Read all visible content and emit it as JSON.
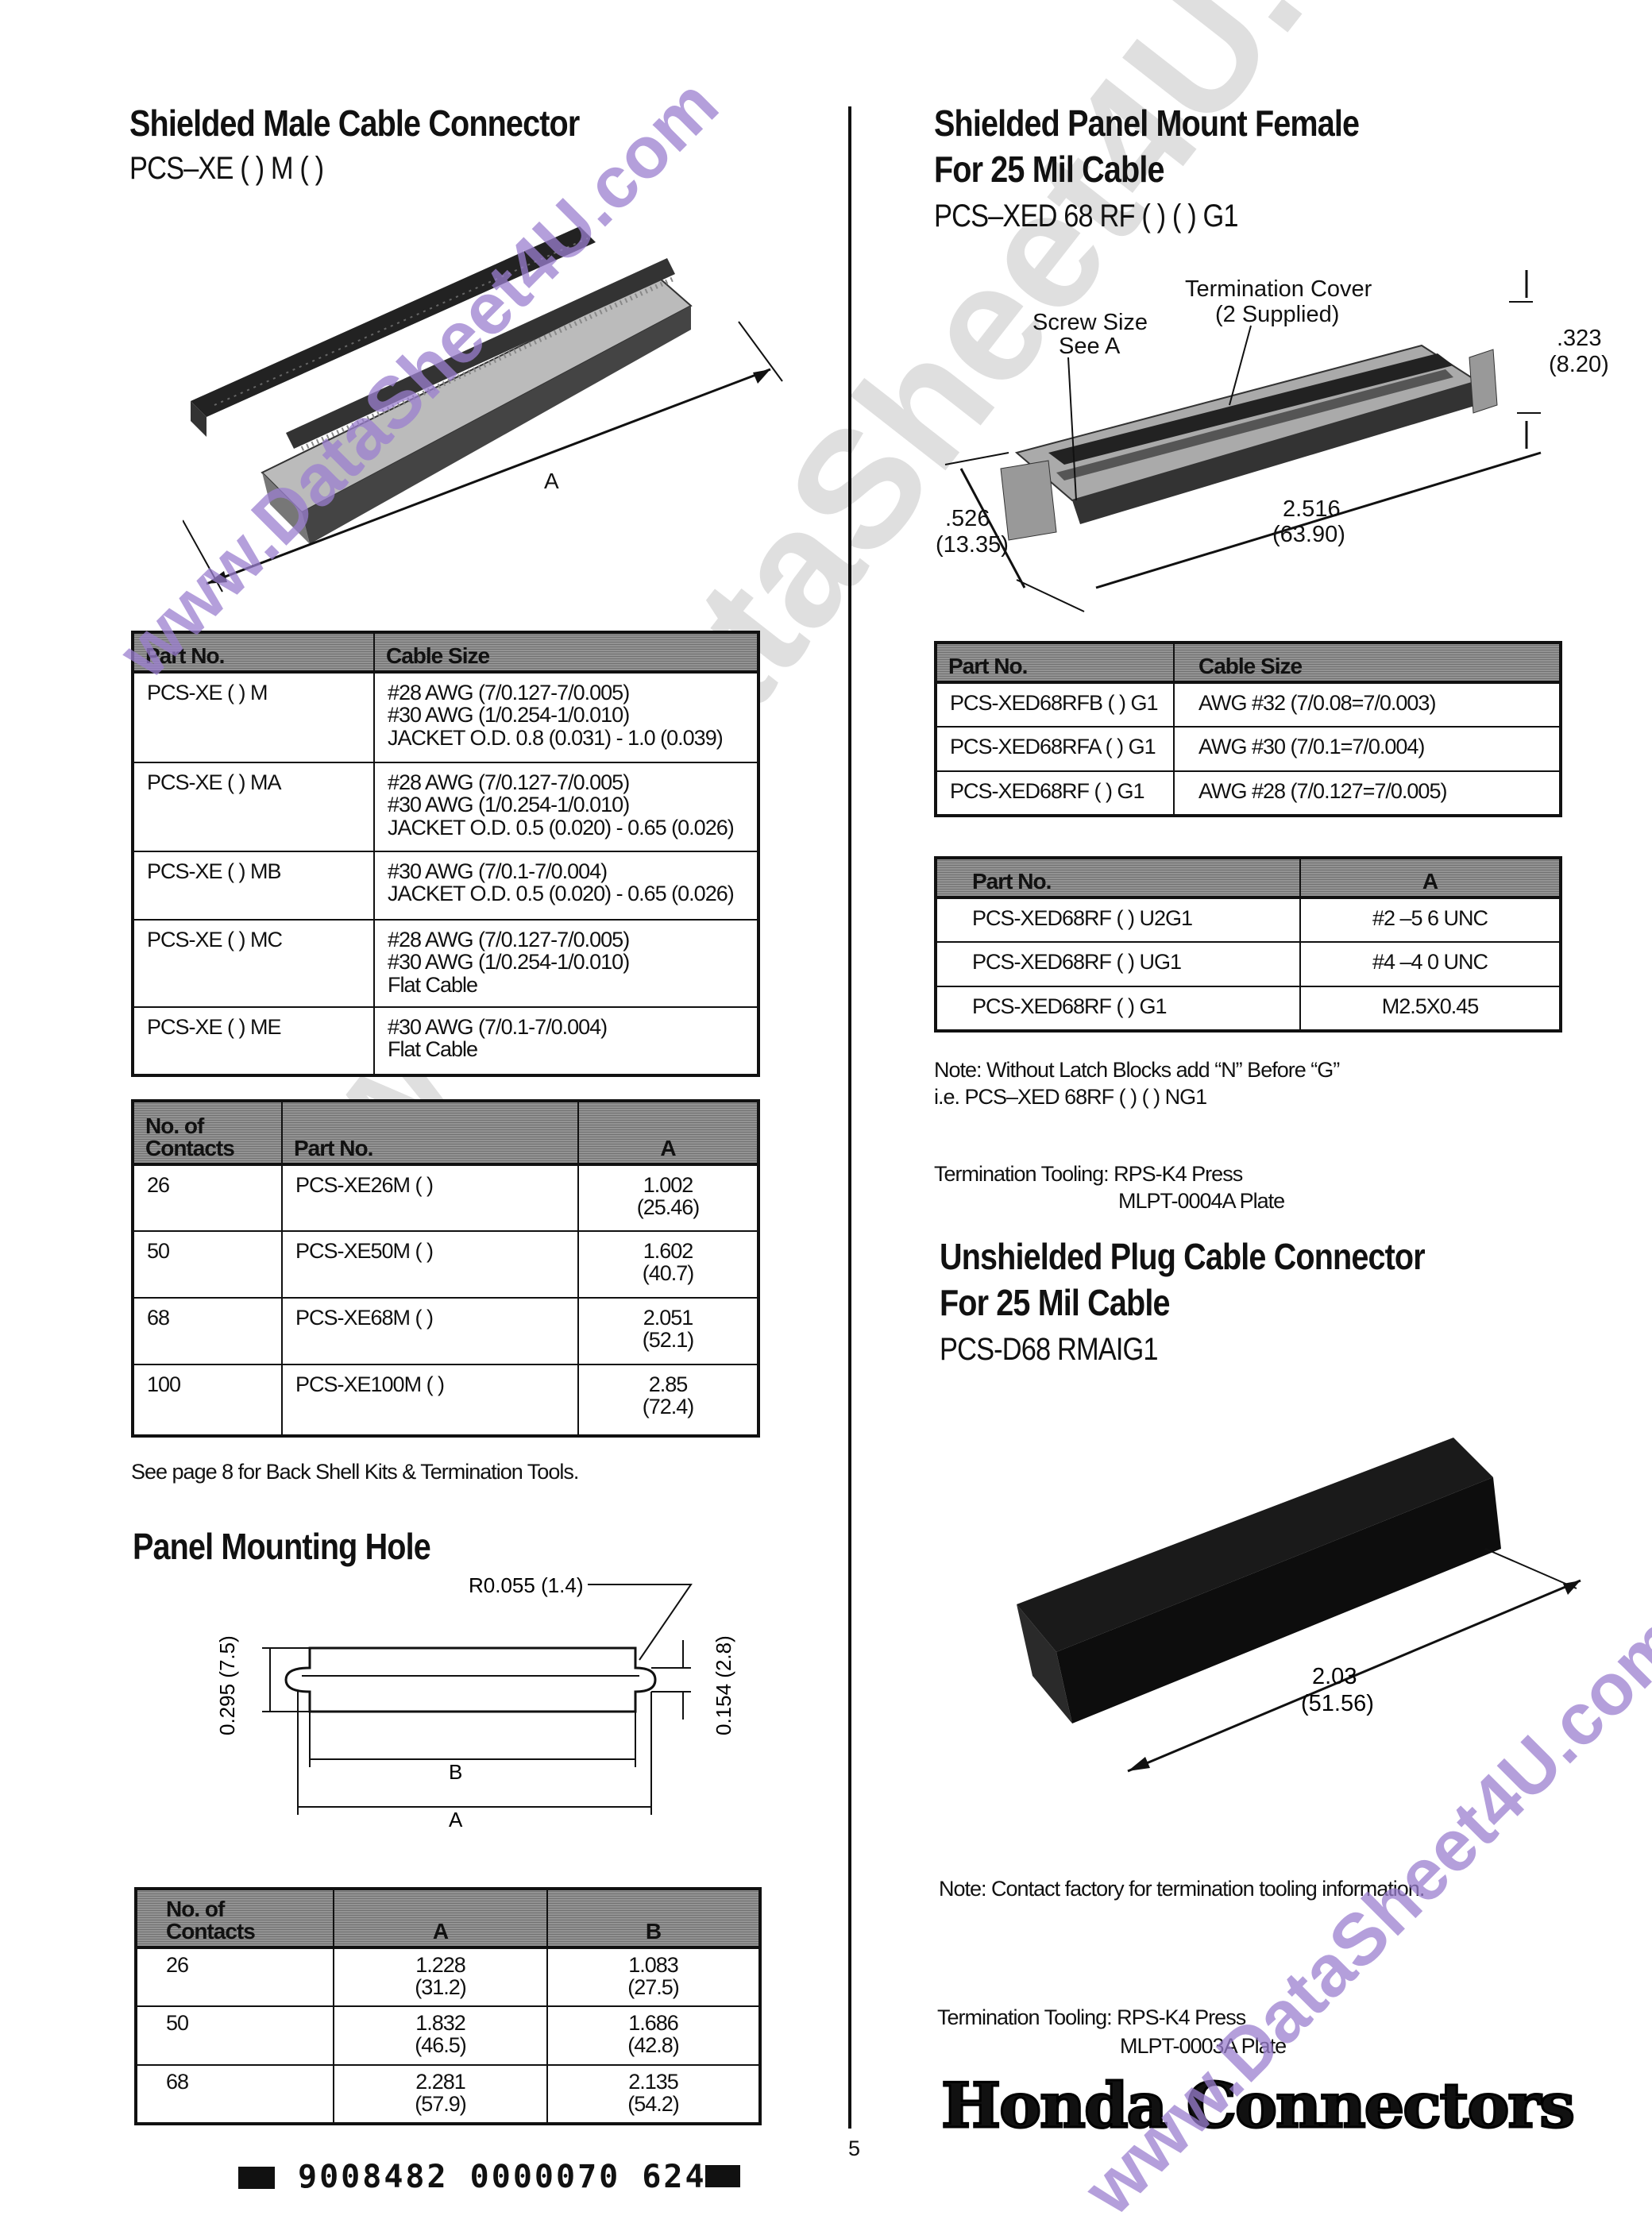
{
  "left": {
    "title": "Shielded Male Cable Connector",
    "subtitle": "PCS–XE ( ) M ( )",
    "diagram": {
      "dim_label": "A"
    },
    "cable_table": {
      "headers": [
        "Part No.",
        "Cable Size"
      ],
      "rows": [
        {
          "part": "PCS-XE ( ) M",
          "lines": [
            "#28 AWG (7/0.127-7/0.005)",
            "#30 AWG (1/0.254-1/0.010)",
            "JACKET O.D. 0.8 (0.031) - 1.0 (0.039)"
          ]
        },
        {
          "part": "PCS-XE ( ) MA",
          "lines": [
            "#28 AWG (7/0.127-7/0.005)",
            "#30 AWG (1/0.254-1/0.010)",
            "JACKET O.D. 0.5 (0.020) - 0.65 (0.026)"
          ]
        },
        {
          "part": "PCS-XE ( ) MB",
          "lines": [
            "#30 AWG (7/0.1-7/0.004)",
            "JACKET O.D. 0.5 (0.020) - 0.65 (0.026)"
          ]
        },
        {
          "part": "PCS-XE ( ) MC",
          "lines": [
            "#28 AWG (7/0.127-7/0.005)",
            "#30 AWG (1/0.254-1/0.010)",
            "Flat Cable"
          ]
        },
        {
          "part": "PCS-XE ( ) ME",
          "lines": [
            "#30 AWG (7/0.1-7/0.004)",
            "Flat Cable"
          ]
        }
      ]
    },
    "contacts_table": {
      "headers": [
        "No. of Contacts",
        "Part No.",
        "A"
      ],
      "rows": [
        {
          "contacts": "26",
          "part": "PCS-XE26M ( )",
          "a": "1.002",
          "a_mm": "(25.46)"
        },
        {
          "contacts": "50",
          "part": "PCS-XE50M ( )",
          "a": "1.602",
          "a_mm": "(40.7)"
        },
        {
          "contacts": "68",
          "part": "PCS-XE68M ( )",
          "a": "2.051",
          "a_mm": "(52.1)"
        },
        {
          "contacts": "100",
          "part": "PCS-XE100M ( )",
          "a": "2.85",
          "a_mm": "(72.4)"
        }
      ]
    },
    "note": "See page 8 for Back Shell Kits & Termination Tools.",
    "panel": {
      "title": "Panel Mounting Hole",
      "radius": "R0.055 (1.4)",
      "height_left": "0.295 (7.5)",
      "height_right": "0.154 (2.8)",
      "dim_b": "B",
      "dim_a": "A"
    },
    "panel_table": {
      "headers": [
        "No. of Contacts",
        "A",
        "B"
      ],
      "rows": [
        {
          "contacts": "26",
          "a": "1.228",
          "a_mm": "(31.2)",
          "b": "1.083",
          "b_mm": "(27.5)"
        },
        {
          "contacts": "50",
          "a": "1.832",
          "a_mm": "(46.5)",
          "b": "1.686",
          "b_mm": "(42.8)"
        },
        {
          "contacts": "68",
          "a": "2.281",
          "a_mm": "(57.9)",
          "b": "2.135",
          "b_mm": "(54.2)"
        }
      ]
    }
  },
  "right": {
    "title1": "Shielded Panel Mount Female",
    "title2": "For 25 Mil Cable",
    "subtitle": "PCS–XED 68 RF ( ) ( ) G1",
    "diagram": {
      "screw": "Screw Size",
      "see_a": "See A",
      "cover": "Termination Cover",
      "cover2": "(2 Supplied)",
      "h": ".323",
      "h_mm": "(8.20)",
      "d": ".526",
      "d_mm": "(13.35)",
      "w": "2.516",
      "w_mm": "(63.90)"
    },
    "cable_table": {
      "headers": [
        "Part No.",
        "Cable Size"
      ],
      "rows": [
        {
          "part": "PCS-XED68RFB ( ) G1",
          "size": "AWG #32 (7/0.08=7/0.003)"
        },
        {
          "part": "PCS-XED68RFA ( ) G1",
          "size": "AWG #30 (7/0.1=7/0.004)"
        },
        {
          "part": "PCS-XED68RF ( ) G1",
          "size": "AWG #28 (7/0.127=7/0.005)"
        }
      ]
    },
    "screw_table": {
      "headers": [
        "Part No.",
        "A"
      ],
      "rows": [
        {
          "part": "PCS-XED68RF ( ) U2G1",
          "a": "#2 –5 6 UNC"
        },
        {
          "part": "PCS-XED68RF ( ) UG1",
          "a": "#4 –4 0 UNC"
        },
        {
          "part": "PCS-XED68RF ( ) G1",
          "a": "M2.5X0.45"
        }
      ]
    },
    "note1": "Note: Without Latch Blocks add “N” Before “G”",
    "note2": "i.e. PCS–XED 68RF ( ) ( ) NG1",
    "tooling1": "Termination Tooling: RPS-K4 Press",
    "tooling1b": "MLPT-0004A Plate",
    "plug": {
      "title1": "Unshielded Plug Cable Connector",
      "title2": "For 25 Mil Cable",
      "subtitle": "PCS-D68 RMAIG1",
      "w": "2.03",
      "w_mm": "(51.56)"
    },
    "note3": "Note: Contact factory for termination tooling information.",
    "tooling2": "Termination Tooling: RPS-K4 Press",
    "tooling2b": "MLPT-0003A Plate",
    "logo": "Honda Connectors"
  },
  "footer": {
    "barcode": "9008482 0000070 624",
    "page": "5"
  },
  "watermark": "www.DataSheet4U.com",
  "colors": {
    "watermark_purple": "#9b7fd0",
    "watermark_grey": "#d9d9d9"
  }
}
